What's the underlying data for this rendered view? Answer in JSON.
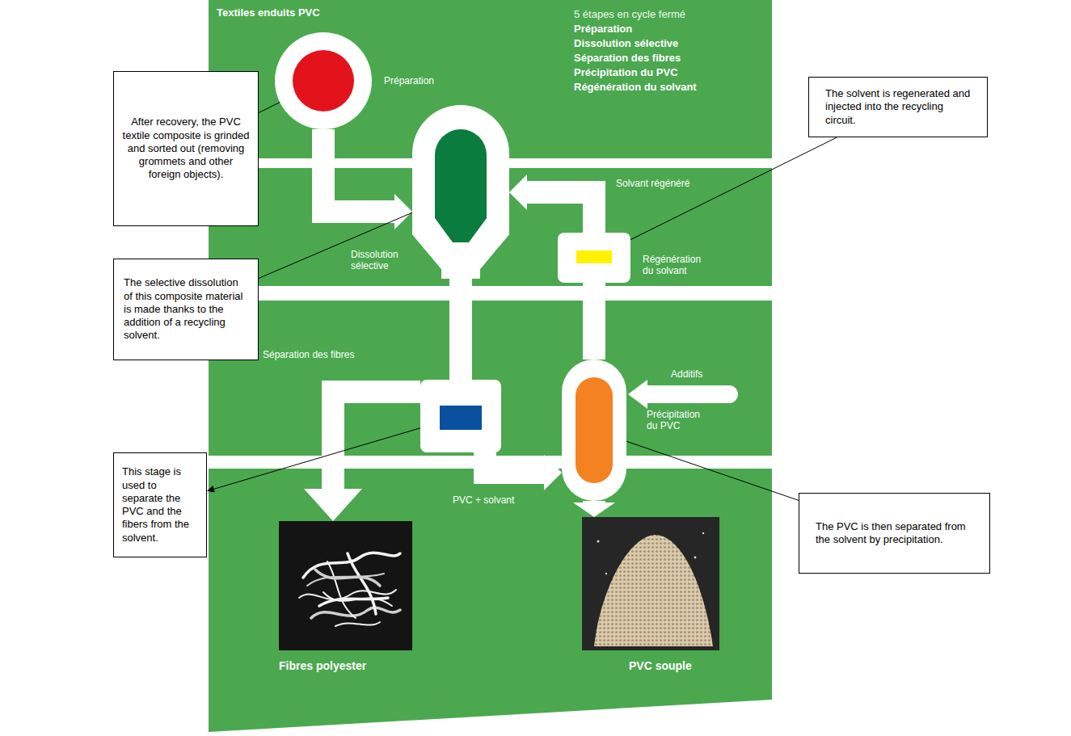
{
  "diagram": {
    "title": "Textiles enduits PVC",
    "nodes": [
      {
        "text": [
          "Préparation"
        ]
      },
      {
        "text": [
          "After recovery, the PVC textile composite is grinded and sorted out (removing grommets and other foreign objects)."
        ]
      },
      {
        "text": [
          "The solvent is regenerated and injected into the recycling circuit."
        ]
      },
      {
        "text": [
          "Dissolution sélective"
        ]
      },
      {
        "text": [
          "Régénération du solvant"
        ]
      },
      {
        "text": [
          "The selective dissolution of this composite material is made thanks to the addition of a recycling solvent."
        ]
      },
      {
        "text": [
          "Séparation des fibres"
        ]
      },
      {
        "text": [
          "Précipitation du PVC"
        ]
      },
      {
        "text": [
          "This stage is used to separate the PVC and the fibers from the solvent."
        ]
      },
      {
        "text": [
          "The PVC is then separated from the solvent by precipitation."
        ]
      },
      {
        "text": [
          "Fibres polyester"
        ]
      },
      {
        "text": [
          "PVC souple"
        ]
      }
    ],
    "edges": [
      {
        "from": 0,
        "to": 3,
        "arrow": "to"
      },
      {
        "from": 4,
        "to": 3,
        "label": "Solvant régénéré",
        "arrow": "to"
      },
      {
        "from": 3,
        "to": 6,
        "arrow": "none"
      },
      {
        "from": 6,
        "to": 10,
        "arrow": "to"
      },
      {
        "from": 6,
        "to": 7,
        "label": "PVC + solvant",
        "arrow": "to"
      },
      {
        "from": 7,
        "to": 4,
        "arrow": "none"
      },
      {
        "from": 7,
        "to": 11,
        "arrow": "to"
      },
      {
        "from": 1,
        "to": 0,
        "arrow": "none"
      },
      {
        "from": 2,
        "to": 4,
        "arrow": "none"
      },
      {
        "from": 5,
        "to": 3,
        "arrow": "none"
      },
      {
        "from": 6,
        "to": 8,
        "arrow": "to"
      },
      {
        "from": 9,
        "to": 7,
        "arrow": "none"
      }
    ],
    "labels": [
      "5 étapes en cycle fermé",
      "Préparation",
      "Dissolution sélective",
      "Séparation des fibres",
      "Précipitation du PVC",
      "Régénération du solvant",
      "Additifs"
    ]
  }
}
